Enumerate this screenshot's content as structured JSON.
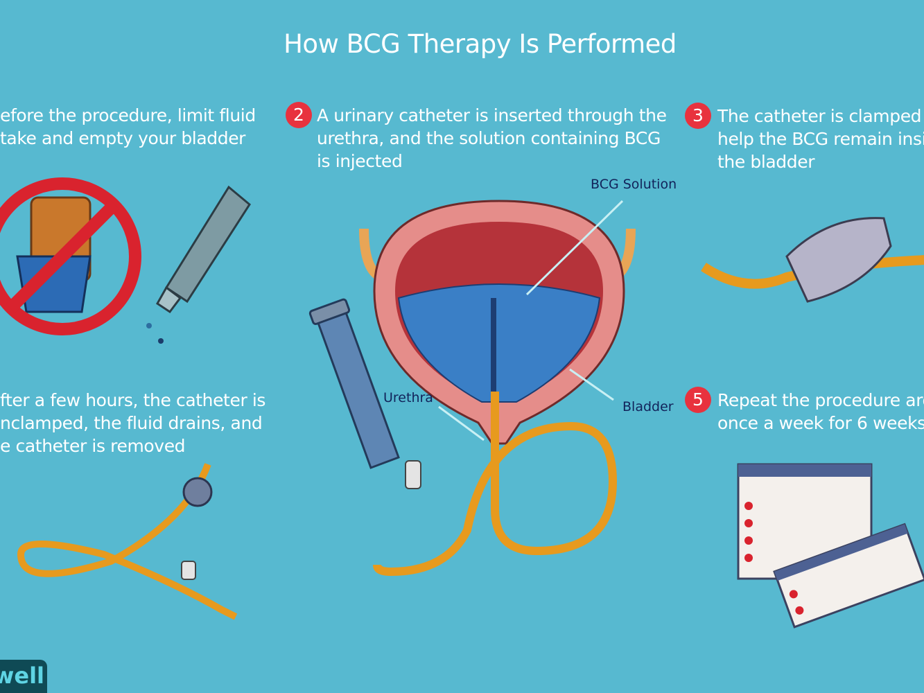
{
  "title": "How BCG Therapy Is Performed",
  "steps": [
    {
      "number": "",
      "lines": [
        "efore the procedure, limit fluid",
        "take and empty your bladder"
      ]
    },
    {
      "number": "2",
      "lines": [
        "A urinary catheter is inserted through the",
        "urethra, and the solution containing BCG",
        "is injected"
      ]
    },
    {
      "number": "3",
      "lines": [
        "The catheter is clamped t",
        "help the BCG remain insi",
        "the bladder"
      ]
    },
    {
      "number": "",
      "lines": [
        "fter a few hours, the catheter is",
        "nclamped, the fluid drains, and",
        "e catheter is removed"
      ]
    },
    {
      "number": "5",
      "lines": [
        "Repeat the procedure aro",
        "once a week for 6 weeks"
      ]
    }
  ],
  "labels": {
    "bcg_solution": "BCG Solution",
    "urethra": "Urethra",
    "bladder": "Bladder"
  },
  "logo": "well",
  "colors": {
    "background": "#57b9d0",
    "badge": "#e8323e",
    "label": "#12235a",
    "catheter": "#e79a1e"
  }
}
